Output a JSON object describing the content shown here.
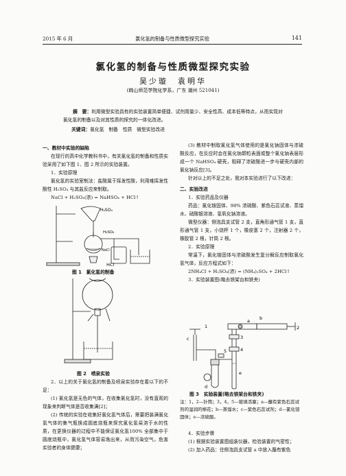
{
  "header": {
    "left": "2015 年 6 月",
    "center": "氯化氢的制备与性质微型探究实验",
    "page": "141"
  },
  "title": "氯化氢的制备与性质微型探究实验",
  "authors": "吴少璇　袁明华",
  "affiliation": "(韩山师范学院化学系，广东 潮州 521041)",
  "abstract": {
    "label": "摘　要：",
    "text": "利用微型实验具有的实验装置简单便捷、试剂用量少、安全性高、成本低等特点，从而实现对氯化氢的制备以及对其性质的探究的一体化改进。"
  },
  "keywords": {
    "label": "关键词：",
    "text": "氯化氢　制备　性质　微型实验改进"
  },
  "left_column": {
    "s1_heading": "一、教材中实验的缺陷",
    "s1_intro": "在现行的高中化学教科书中，有关氯化氢的制备和性质实验采用了如下图 1、图 2 所示的实验装置。",
    "s1_1": "1．实验原理",
    "s1_1_text": "氯化氢的实验室制法：盐酸属于挥发性酸，利用难挥发性酸性 H₂SO₄ 与其盐反应来制取。",
    "s1_1_eq": "NaCl + H₂SO₄(浓) = NaHSO₄ + HCl↑",
    "fig1_caption": "图 1　氯化氢的制备",
    "fig2_caption": "图 2　喷泉实验",
    "s1_2": "2．以上的关于氯化氢的制备及喷泉实验存在着以下的不足：",
    "s1_2_p1": "(1) 氯化氢是无色的气体，在收集氯化氢时，没有直观的现象来判断气体是否收集满[2]；",
    "s1_2_p2": "(2) 传统的实验在收集好氯化氢气体后，需要把装满氯化氢气体的集气瓶换成圆底烧瓶来探究氯化氢易溶于水的性质，在更换仪器的过程中不能保证氯化氢100% 全部集中于圆底烧瓶中，氯化氢气体容易逸出来，从而污染空气，危害实验者的身体健康；"
  },
  "fig1_labels": {
    "acid": "H₂SO₄",
    "acid2": "H₂SO₄",
    "salt": "NaCl",
    "gas": "HCl"
  },
  "right_column": {
    "p3": "(3) 教材中制取氯化氢气体使用的是氯化钠固体与浓硫酸反应，在反应时会在氯化钠颗粒表面或整个氯化钠表层形成一个 NaHSO₄ 硬壳，阻碍了浓硫酸进一步与硬壳内部的氯化钠反应[3]。",
    "p4": "针对以上的不足之处，我对本实验进行了以下改进：",
    "s2_heading": "二、实验改进",
    "s2_1": "1．实验药品及仪器",
    "s2_1_drugs": "药品：氯化铵固体、98% 浓硫酸、紫色石蕊试液、蒸馏水、硝酸银溶液、氢氧化钠溶液。",
    "s2_1_inst": "微型仪器：侧泡具支试管 2 支，直角形通气管 1 支，直形通气管 1 支，小烧杯 1 个，橡皮塞 2 个，注射器 2 个，橡胶管 2 根，针筒 2 根。",
    "s2_2": "2．实验原理",
    "s2_2_text": "常温下，氯化铵固体与浓硫酸发生复分解反应制取氯化氢气体，反应方程式如下：",
    "s2_2_eq": "2NH₄Cl + H₂SO₄(浓) = (NH₄)₂SO₄ + 2HCl↑",
    "s2_3": "3．实验装置图(略去铁架台和铁夹)",
    "fig3_caption": "图 3　实验装置(略去铁架台和铁夹)",
    "fig3_note": "注：1，2—针筒；3，4，5—玻璃活塞；a—蘸有紫色石蕊试剂的湿润的棉花；b—蒸馏水；c—紫色石蕊试剂；d—氯化铵固体；e—浓硫酸。",
    "s2_4": "4．实验步骤",
    "s2_4_p1": "(1) 根据实验装置图组装仪器，检验装置的气密性；",
    "s2_4_p2": "(2) 加入药品：往侧泡具支试管 a 中放入蘸有紫色"
  },
  "fig3_labels": {
    "n1": "1",
    "n2": "2",
    "n3": "3",
    "n4": "4",
    "n5": "5",
    "a": "a",
    "b": "b",
    "c": "c",
    "d": "d",
    "e": "e"
  }
}
